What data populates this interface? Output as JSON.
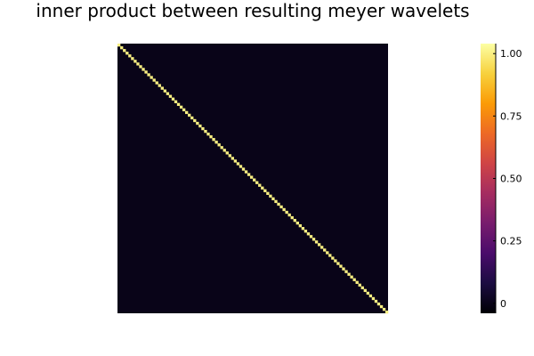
{
  "chart_data": {
    "type": "heatmap",
    "title": "inner product between resulting meyer wavelets",
    "xlabel": "",
    "ylabel": "",
    "matrix_size": 100,
    "matrix_description_values": {
      "diagonal": 1.0,
      "off_diagonal": 0.0
    },
    "axes_visible": false,
    "grid": false,
    "colorbar": {
      "position": "right",
      "range": [
        -0.04,
        1.04
      ],
      "ticks": [
        0.0,
        0.25,
        0.5,
        0.75,
        1.0
      ],
      "tick_labels": [
        "0",
        "0.25",
        "0.50",
        "0.75",
        "1.00"
      ],
      "colormap": "inferno",
      "colormap_stops": [
        "#000004",
        "#1b0c41",
        "#4a0c6b",
        "#781c6d",
        "#a52c60",
        "#cf4446",
        "#ed6925",
        "#fb9b06",
        "#f7d13d",
        "#fcffa4"
      ]
    }
  }
}
